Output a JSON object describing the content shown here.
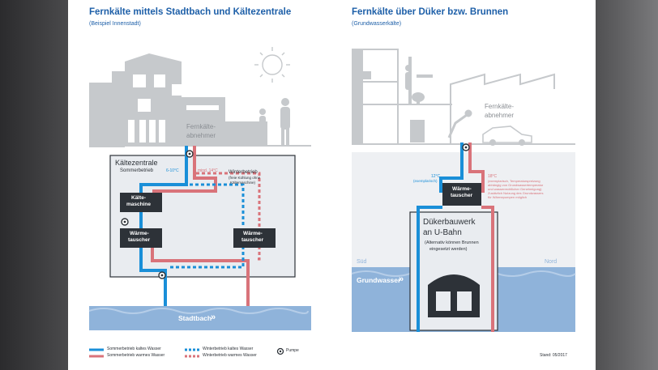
{
  "left_panel": {
    "title": "Fernkälte mittels Stadtbach und Kältezentrale",
    "subtitle": "(Beispiel Innenstadt)",
    "consumer_label_line1": "Fernkälte-",
    "consumer_label_line2": "abnehmer",
    "plant_title": "Kältezentrale",
    "summer_mode": "Sommerbetrieb",
    "temp_cold": "6-10°C",
    "temp_warm": "mind. 14°C",
    "winter_mode": "Winterbetrieb",
    "winter_note_line1": "(freie Kühlung ohne",
    "winter_note_line2": "Kältemaschine)",
    "chiller_line1": "Kälte-",
    "chiller_line2": "maschine",
    "exchanger_line1": "Wärme-",
    "exchanger_line2": "tauscher",
    "exchanger2_line1": "Wärme-",
    "exchanger2_line2": "tauscher",
    "stream_label": "Stadtbach",
    "stream_arrows": "»"
  },
  "right_panel": {
    "title": "Fernkälte über Düker bzw. Brunnen",
    "subtitle": "(Grundwasserkälte)",
    "consumer_label_line1": "Fernkälte-",
    "consumer_label_line2": "abnehmer",
    "temp_cold": "12°C",
    "temp_cold_note": "(exemplarisch)",
    "temp_warm": "18°C",
    "temp_warm_notes": [
      "(exemplarisch, Temperaturspreizung",
      "abhängig von Grundwassertemperatur",
      "und wasserrechtlicher Genehmigung)",
      "Zusätzlich Nutzung des Grundwassers",
      "für Wärmepumpen möglich"
    ],
    "exchanger_line1": "Wärme-",
    "exchanger_line2": "tauscher",
    "structure_line1": "Dükerbauwerk",
    "structure_line2": "an U-Bahn",
    "structure_note_line1": "(Alternativ können Brunnen",
    "structure_note_line2": "eingesetzt werden)",
    "south": "Süd",
    "north": "Nord",
    "groundwater": "Grundwasser",
    "groundwater_arrows": "»"
  },
  "legend": {
    "summer_cold": "Sommerbetrieb kaltes Wasser",
    "summer_warm": "Sommerbetrieb warmes Wasser",
    "winter_cold": "Winterbetrieb kaltes Wasser",
    "winter_warm": "Winterbetrieb warmes Wasser",
    "pump": "Pumpe"
  },
  "footer": {
    "stand": "Stand: 05/2017"
  },
  "colors": {
    "title_blue": "#1d5fa8",
    "cold_blue": "#1a8fd8",
    "warm_red": "#d9737a",
    "building_grey": "#c6c9cc",
    "water_blue": "#8fb3da",
    "plant_bg": "#e9ecf0",
    "dark_box": "#2d3238"
  }
}
